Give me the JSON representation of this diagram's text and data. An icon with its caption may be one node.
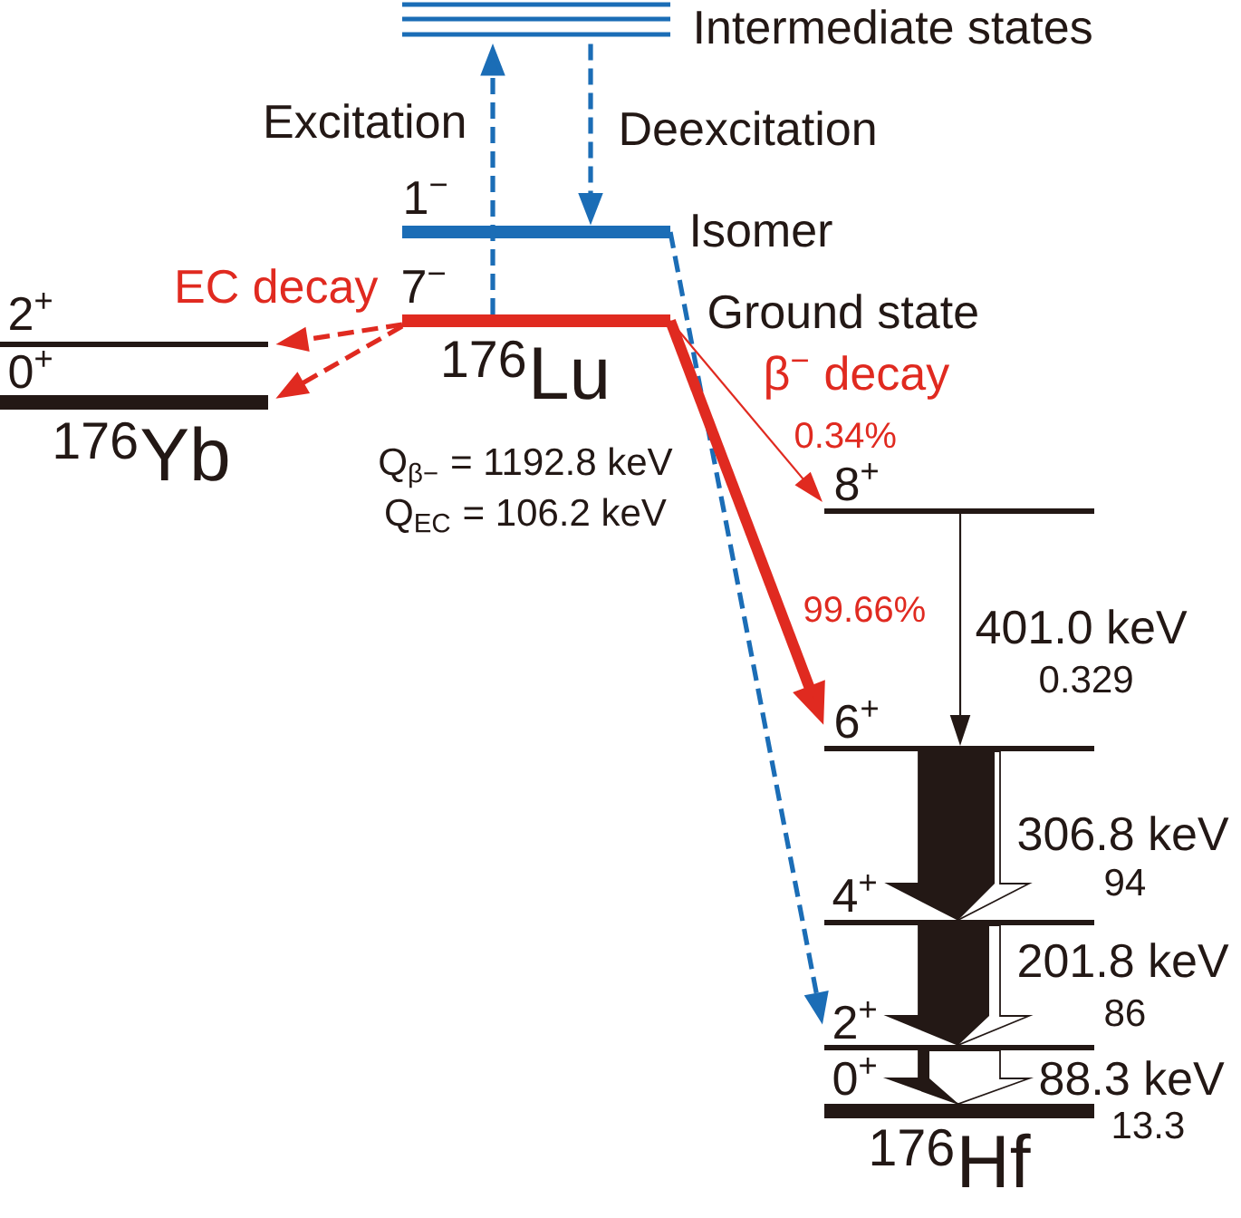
{
  "diagram": {
    "nodes": [
      {
        "text": [
          "Intermediate states"
        ]
      },
      {
        "text": [
          "1$^{−}$",
          "Isomer"
        ]
      },
      {
        "text": [
          "7$^{−}$",
          "Ground state"
        ]
      },
      {
        "text": [
          "2$^{+}$"
        ]
      },
      {
        "text": [
          "0$^{+}$"
        ]
      },
      {
        "text": [
          "8$^{+}$"
        ]
      },
      {
        "text": [
          "6$^{+}$"
        ]
      },
      {
        "text": [
          "4$^{+}$"
        ]
      },
      {
        "text": [
          "2$^{+}$"
        ]
      },
      {
        "text": [
          "0$^{+}$"
        ]
      }
    ],
    "edges": [
      {
        "from": 2,
        "to": 0,
        "arrow": "to",
        "label": "Excitation",
        "style": "dashed",
        "color": "#1b6db6"
      },
      {
        "from": 0,
        "to": 1,
        "arrow": "to",
        "label": "Deexcitation",
        "style": "dashed",
        "color": "#1b6db6"
      },
      {
        "from": 1,
        "to": 8,
        "arrow": "to",
        "style": "dashed",
        "color": "#1b6db6"
      },
      {
        "from": 2,
        "to": 3,
        "arrow": "to",
        "style": "dashed",
        "color": "#e02a20"
      },
      {
        "from": 2,
        "to": 4,
        "arrow": "to",
        "style": "dashed",
        "color": "#e02a20"
      },
      {
        "from": 2,
        "to": 5,
        "arrow": "to",
        "label": "0.34%",
        "color": "#e02a20"
      },
      {
        "from": 2,
        "to": 6,
        "arrow": "to",
        "label": "99.66%",
        "style": "thick",
        "color": "#e02a20"
      },
      {
        "from": 5,
        "to": 6,
        "arrow": "to",
        "label": "401.0 keV",
        "color": "#231815"
      },
      {
        "from": 6,
        "to": 7,
        "arrow": "to",
        "label": "306.8 keV",
        "style": "thick",
        "color": "#231815"
      },
      {
        "from": 7,
        "to": 8,
        "arrow": "to",
        "label": "201.8 keV",
        "style": "thick",
        "color": "#231815"
      },
      {
        "from": 8,
        "to": 9,
        "arrow": "to",
        "label": "88.3 keV",
        "style": "thick",
        "color": "#231815"
      }
    ],
    "labels": [
      "EC decay",
      "β$^{−}$ decay",
      "$^{176}$Lu",
      "Q$_{β−}$ = 1192.8 keV",
      "Q$_{EC}$ = 106.2 keV",
      "$^{176}$Yb",
      "0.329",
      "94",
      "86",
      "13.3",
      "$^{176}$Hf"
    ]
  }
}
